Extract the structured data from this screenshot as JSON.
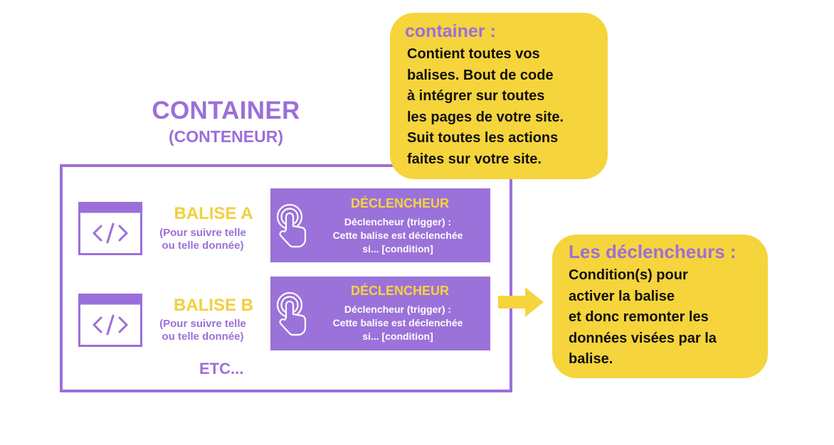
{
  "container": {
    "title": "CONTAINER",
    "subtitle": "(CONTENEUR)",
    "etc": "ETC..."
  },
  "balises": [
    {
      "name": "BALISE A",
      "desc_line1": "(Pour suivre telle",
      "desc_line2": "ou telle donnée)",
      "icon": "code-window-icon",
      "trigger": {
        "title": "DÉCLENCHEUR",
        "line1": "Déclencheur (trigger) :",
        "line2": "Cette balise est déclenchée",
        "line3": "si... [condition]",
        "icon": "touch-tap-icon"
      }
    },
    {
      "name": "BALISE B",
      "desc_line1": "(Pour suivre telle",
      "desc_line2": "ou telle donnée)",
      "icon": "code-window-icon",
      "trigger": {
        "title": "DÉCLENCHEUR",
        "line1": "Déclencheur (trigger) :",
        "line2": "Cette balise est déclenchée",
        "line3": "si... [condition]",
        "icon": "touch-tap-icon"
      }
    }
  ],
  "callout_container": {
    "heading": "container :",
    "lines": [
      "Contient toutes vos",
      "balises. Bout de code",
      "à intégrer sur toutes",
      "les pages de votre site.",
      "Suit toutes les actions",
      "faites sur votre site."
    ]
  },
  "callout_triggers": {
    "heading": "Les déclencheurs :",
    "lines": [
      "Condition(s) pour",
      "activer la balise",
      "et donc remonter les",
      "données visées par la",
      "balise."
    ]
  },
  "colors": {
    "purple": "#9b6fd9",
    "yellow": "#f6d43c",
    "white": "#ffffff",
    "text": "#111111"
  }
}
